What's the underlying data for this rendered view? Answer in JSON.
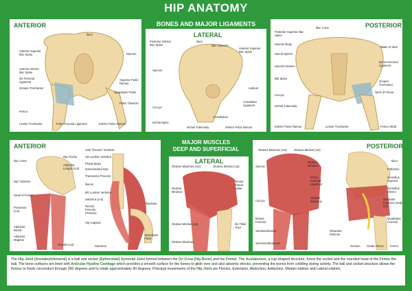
{
  "title": "HIP ANATOMY",
  "panels": {
    "anterior_top": {
      "heading": "ANTERIOR",
      "labels": [
        "Ilium",
        "Sacrum",
        "Anterior Superior Iliac Spine",
        "Anterior Inferior Iliac Spine",
        "Ilio-Femoral Ligament",
        "Greater Trochanter",
        "Superior Pubic Ramus",
        "Symphysis Pubis",
        "Pubic Tubercle",
        "Femur",
        "Lesser Trochanter",
        "Pubo Femoral Ligament",
        "Inferior Pubic Ramus"
      ]
    },
    "bones_ligaments": {
      "heading": "BONES AND MAJOR LIGAMENTS",
      "subheading": "LATERAL",
      "labels": [
        "Posterior Inferior Iliac Spine",
        "Ilium",
        "Iliac Tubercle",
        "Anterior Superior Iliac Spine",
        "Sacrum",
        "Labrum",
        "Coccyx",
        "Acetabular Ligament",
        "Acetabulum",
        "Ischial Spine",
        "Ischial Tuberosity",
        "Inferior Pubic Ramus"
      ]
    },
    "posterior_top": {
      "heading": "POSTERIOR",
      "labels": [
        "Posterior Superior Iliac Spine",
        "Iliac Crest",
        "Blade of Ilium",
        "Sacrum Body",
        "Sacral Spines",
        "Sacral Foramen",
        "Ilial Spine",
        "Ischio-Femoral Ligament",
        "Greater Trochanter",
        "Coccyx",
        "Neck of Femur",
        "Ischial Tuberosity",
        "Inferior Pubic Ramus",
        "Lesser Trochanter",
        "Femur Shaft"
      ]
    },
    "anterior_bottom": {
      "heading": "ANTERIOR",
      "labels": [
        "Iliac Crest",
        "Iliac Fossa",
        "Adductor Longus (cut)",
        "Iliac Tubercle",
        "Head of Femur",
        "Pectineus (cut)",
        "Adductor Brevis",
        "Adductor Magnus",
        "Gracilis (cut)",
        "12th Thoracic Vertebra",
        "1st Lumbar Vertebra",
        "Psoas Major",
        "Intervertebral Disc",
        "Transverse Process",
        "Iliacus",
        "5th Lumbar Vertebra",
        "Sartorius (cut)",
        "Rectus Femoris (Tendon)",
        "Hip Capsule",
        "Sartorius",
        "Symphysis Pubis",
        "Iliopsoas"
      ]
    },
    "muscles": {
      "heading1": "MAJOR MUSCLES",
      "heading2": "DEEP AND SUPERFICIAL",
      "subheading": "LATERAL",
      "labels": [
        "Gluteus Maximus (cut)",
        "Gluteus Medius (cut)",
        "Gluteus Minimus",
        "Tensor Fascia Latae",
        "Gluteus Medius (cut)",
        "Gluteus Maximus",
        "Ilio Tibial Tract"
      ]
    },
    "posterior_bottom": {
      "heading": "POSTERIOR",
      "labels": [
        "Gluteus Maximus (cut)",
        "Gluteus Medius (cut)",
        "Sacrum",
        "Gluteus Minimus",
        "Ischio Femoral Ligament",
        "Coccyx",
        "Gluteus Maximus",
        "Biceps Femoris",
        "Semitendinosus",
        "Semimembranosus",
        "Ilium",
        "Piriformis",
        "Gemellus Superior",
        "Gemellus Inferior",
        "Obturator Externus (under G/I)",
        "Quadratus Femoris",
        "Obturator Internus",
        "Ischium",
        "Sciatic Nerve",
        "Femur"
      ]
    }
  },
  "caption": {
    "p1": "The ",
    "hip_joint": "Hip Joint (Acetabulofemoral)",
    "p2": " is a ball and socket ",
    "synovial": "(Spheroidal) Synovial Joint",
    "p3": " formed between the ",
    "os_coxa": "Os Coxa (Hip Bone)",
    "p4": " and the ",
    "femur1": "Femur",
    "p5": ". The ",
    "acetabulum": "Acetabulum",
    "p6": ", a cup-shaped structure, forms the socket and the rounded head of the ",
    "femur2": "Femur",
    "p7": " the ball. The bone surfaces are lined with ",
    "cartilage": "Articular Hyaline Cartilage",
    "p8": " which provides a smooth surface for the bones to glide over and also absorbs shocks, preventing the bones from colliding during activity. The ball and socket structure allows the ",
    "femur3": "Femur",
    "p9": " to freely circumduct through 360 degrees and to rotate approximately 90 degrees. Principal movements of the ",
    "hip_joint2": "Hip Joint",
    "p10": " are Flexion, Extension, Abduction, Adduction, Medial rotation and Lateral rotation."
  },
  "colors": {
    "green": "#2e9a3c",
    "bone": "#efd9a6",
    "muscle": "#c9443d",
    "ligament": "#8fb6c9"
  }
}
